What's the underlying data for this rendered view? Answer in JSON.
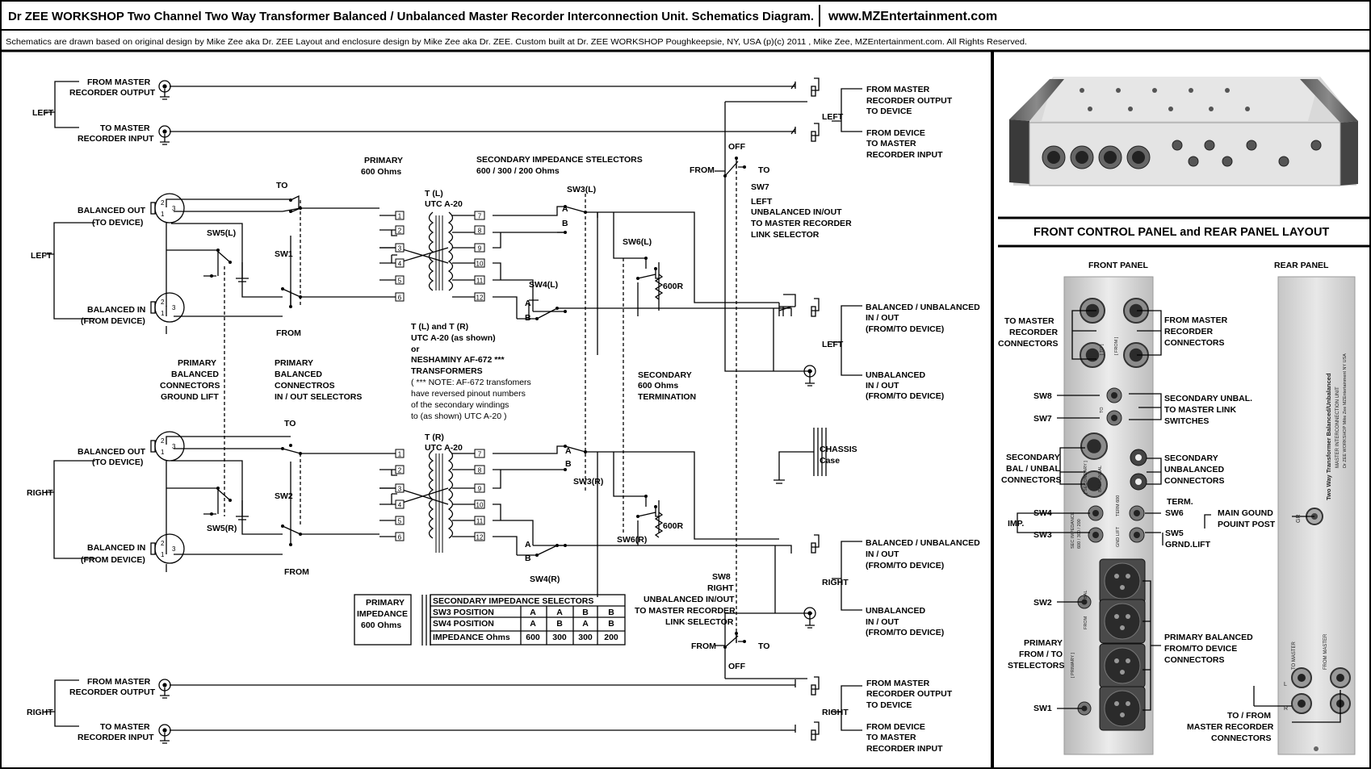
{
  "header": {
    "title": "Dr ZEE WORKSHOP Two Channel  Two Way Transformer Balanced / Unbalanced Master Recorder Interconnection Unit. Schematics Diagram.",
    "website": "www.MZEntertainment.com",
    "credits": "Schematics are drawn based on  original design   by Mike Zee aka Dr. ZEE   Layout and enclosure design by Mike Zee aka Dr. ZEE. Custom built at Dr. ZEE WORKSHOP  Poughkeepsie, NY, USA   (p)(c) 2011 , Mike Zee, MZEntertainment.com. All Rights Reserved."
  },
  "schematic": {
    "left": "LEFT",
    "right": "RIGHT",
    "from_master": [
      "FROM MASTER",
      "RECORDER OUTPUT"
    ],
    "to_master": [
      "TO MASTER",
      "RECORDER INPUT"
    ],
    "from_master_dev": [
      "FROM MASTER",
      "RECORDER OUTPUT",
      "TO DEVICE"
    ],
    "from_device": [
      "FROM DEVICE",
      "TO MASTER",
      "RECORDER INPUT"
    ],
    "bal_out": [
      "BALANCED OUT",
      "(TO DEVICE)"
    ],
    "bal_in": [
      "BALANCED IN",
      "(FROM DEVICE)"
    ],
    "sw5l": "SW5(L)",
    "sw5r": "SW5(R)",
    "sw1": "SW1",
    "sw2": "SW2",
    "to": "TO",
    "from": "FROM",
    "primary_600": [
      "PRIMARY",
      "600 Ohms"
    ],
    "sec_sel": [
      "SECONDARY IMPEDANCE STELECTORS",
      "600 / 300 / 200 Ohms"
    ],
    "tl": [
      "T (L)",
      "UTC A-20"
    ],
    "tr": [
      "T (R)",
      "UTC A-20"
    ],
    "sw3l": "SW3(L)",
    "sw3r": "SW3(R)",
    "sw4l": "SW4(L)",
    "sw4r": "SW4(R)",
    "sw6l": "SW6(L)",
    "sw6r": "SW6(R)",
    "r600": "600R",
    "a": "A",
    "b": "B",
    "off": "OFF",
    "sw7": "SW7",
    "sw7_desc": [
      "LEFT",
      "UNBALANCED IN/OUT",
      "TO MASTER RECORDER",
      "LINK SELECTOR"
    ],
    "sw8_desc": [
      "SW8",
      "RIGHT",
      "UNBALANCED IN/OUT",
      "TO MASTER RECORDER",
      "LINK SELECTOR"
    ],
    "bal_unbal": [
      "BALANCED / UNBALANCED",
      "IN / OUT",
      "(FROM/TO DEVICE)"
    ],
    "unbal": [
      "UNBALANCED",
      "IN / OUT",
      "(FROM/TO DEVICE)"
    ],
    "chassis": [
      "CHASSIS",
      "Case"
    ],
    "prim_gl": [
      "PRIMARY",
      "BALANCED",
      "CONNECTORS",
      "GROUND LIFT"
    ],
    "prim_sel": [
      "PRIMARY",
      "BALANCED",
      "CONNECTROS",
      "IN / OUT SELECTORS"
    ],
    "tl_tr_note": [
      "T (L) and T (R)",
      "UTC A-20  (as shown)",
      "or",
      "NESHAMINY AF-672  ***",
      "TRANSFORMERS",
      "( *** NOTE:  AF-672 transfomers",
      "have reversed pinout numbers",
      "of the secondary windings",
      "to (as shown) UTC A-20 )"
    ],
    "sec_term": [
      "SECONDARY",
      "600 Ohms",
      "TERMINATION"
    ],
    "pin_numbers": [
      "1",
      "2",
      "3",
      "4",
      "5",
      "6",
      "7",
      "8",
      "9",
      "10",
      "11",
      "12"
    ],
    "xlr_pins": [
      "1",
      "2",
      "3"
    ]
  },
  "impedance_table": {
    "primary": [
      "PRIMARY",
      "IMPEDANCE",
      "600 Ohms"
    ],
    "header": "SECONDARY IMPEDANCE SELECTORS",
    "rows": [
      {
        "label": "SW3 POSITION",
        "cells": [
          "A",
          "A",
          "B",
          "B"
        ]
      },
      {
        "label": "SW4 POSITION",
        "cells": [
          "A",
          "B",
          "A",
          "B"
        ]
      },
      {
        "label": "IMPEDANCE Ohms",
        "cells": [
          "600",
          "300",
          "300",
          "200"
        ]
      }
    ]
  },
  "panel": {
    "title": "FRONT CONTROL PANEL and REAR PANEL LAYOUT",
    "front": "FRONT PANEL",
    "rear": "REAR PANEL",
    "to_master_conn": [
      "TO MASTER",
      "RECORDER",
      "CONNECTORS"
    ],
    "from_master_conn": [
      "FROM MASTER",
      "RECORDER",
      "CONNECTORS"
    ],
    "sw8": "SW8",
    "sw7": "SW7",
    "sec_unbal_link": [
      "SECONDARY UNBAL.",
      "TO MASTER LINK",
      "SWITCHES"
    ],
    "sec_bal": [
      "SECONDARY",
      "BAL / UNBAL",
      "CONNECTORS"
    ],
    "sec_unbal": [
      "SECONDARY",
      "UNBALANCED",
      "CONNECTORS"
    ],
    "sw4": "SW4",
    "sw3": "SW3",
    "imp": "IMP.",
    "term": "TERM.",
    "sw6": "SW6",
    "sw5": "SW5",
    "grnd": "GRND.LIFT",
    "sw2": "SW2",
    "sw1": "SW1",
    "prim_sel": [
      "PRIMARY",
      "FROM / TO",
      "STELECTORS"
    ],
    "prim_bal": [
      "PRIMARY BALANCED",
      "FROM/TO DEVICE",
      "CONNECTORS"
    ],
    "ground_post": [
      "MAIN GOUND",
      "POUINT POST"
    ],
    "to_from_master": [
      "TO / FROM",
      "MASTER RECORDER",
      "CONNECTORS"
    ],
    "rear_text": [
      "Two Way Transformer Balanced/Unbalanced",
      "MASTER INTERCONNECTION UNIT",
      "Dr ZEE WORKSHOP  Mike Zee  MZEntertainment  NY USA"
    ],
    "rear_gnd": "GR",
    "rear_to": "TO MASTER",
    "rear_from": "FROM MASTER",
    "rear_l": "L",
    "rear_r": "R",
    "front_small": [
      "[ TO ]",
      "[ FROM ]",
      "TO",
      "[ SECONDARY ]",
      "BAL / UNBAL",
      "SEC IMPEDANCE",
      "600 / 300 / 200",
      "GND LIFT",
      "TERM 600",
      "[ PRIMARY ]",
      "FROM",
      "BAL"
    ]
  }
}
